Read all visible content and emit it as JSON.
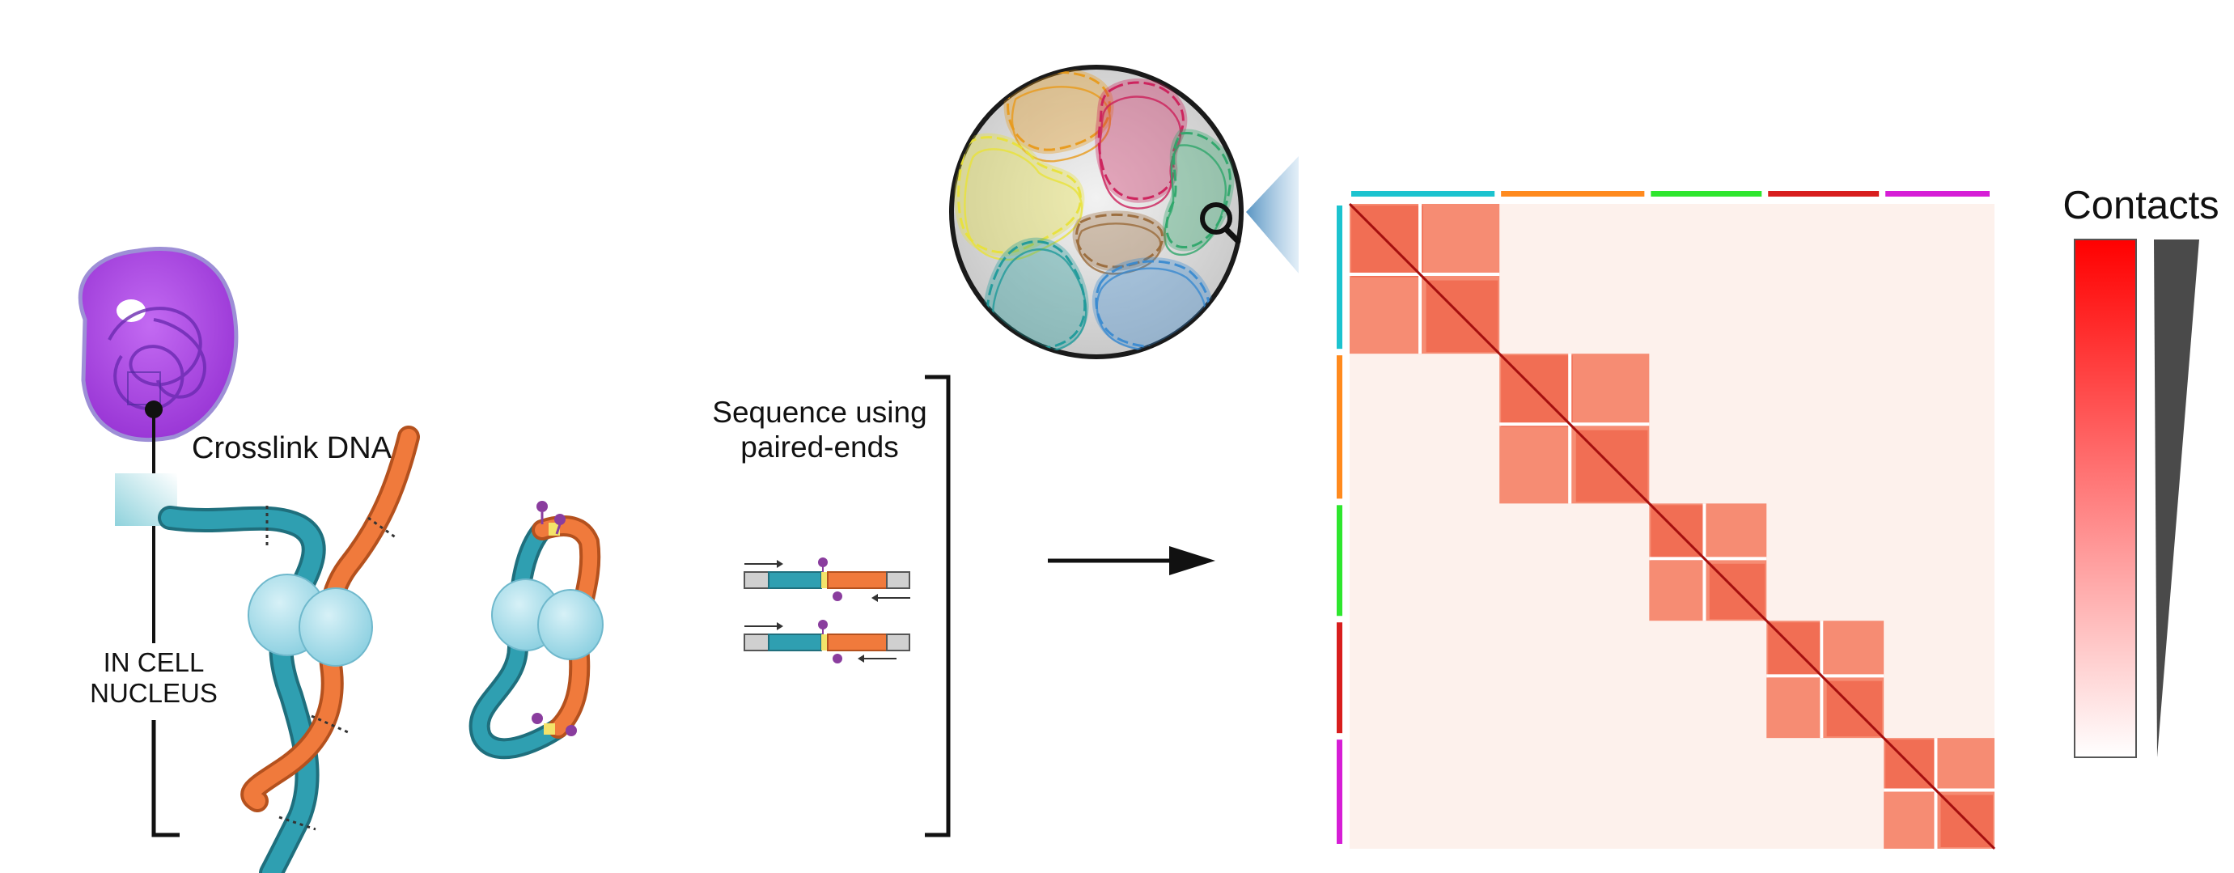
{
  "labels": {
    "crosslink": "Crosslink DNA",
    "nucleus_line1": "IN CELL",
    "nucleus_line2": "NUCLEUS",
    "sequence_line1": "Sequence using",
    "sequence_line2": "paired-ends",
    "contacts": "Contacts"
  },
  "colors": {
    "dna_strand_a": "#2f9fb1",
    "dna_strand_b": "#f07a3c",
    "cohesin": "#9ed8e6",
    "nucleus": "#b04be6",
    "biotin": "#8a3d9e",
    "heatmap_background": "#fdf1ec",
    "heatmap_block": "#f47a5e",
    "heatmap_diagonal": "#a40f0f",
    "colorbar_top": "#ff0000",
    "colorbar_bottom": "#ffffff",
    "wedge": "#4a4a4a"
  },
  "territories": [
    {
      "color": "#e89a1a"
    },
    {
      "color": "#cc1f5a"
    },
    {
      "color": "#e8e23a"
    },
    {
      "color": "#2ea66a"
    },
    {
      "color": "#9a6a3a"
    },
    {
      "color": "#1f9a9a"
    },
    {
      "color": "#3a8ad0"
    }
  ],
  "chromosomes": [
    {
      "color": "#1cc3cf",
      "size": 0.23
    },
    {
      "color": "#ff8a1e",
      "size": 0.23
    },
    {
      "color": "#2ee62e",
      "size": 0.18
    },
    {
      "color": "#d81e1e",
      "size": 0.18
    },
    {
      "color": "#d61ed6",
      "size": 0.17
    }
  ],
  "icons": [
    "magnifier-icon",
    "arrow-right-icon",
    "bracket-icon"
  ]
}
